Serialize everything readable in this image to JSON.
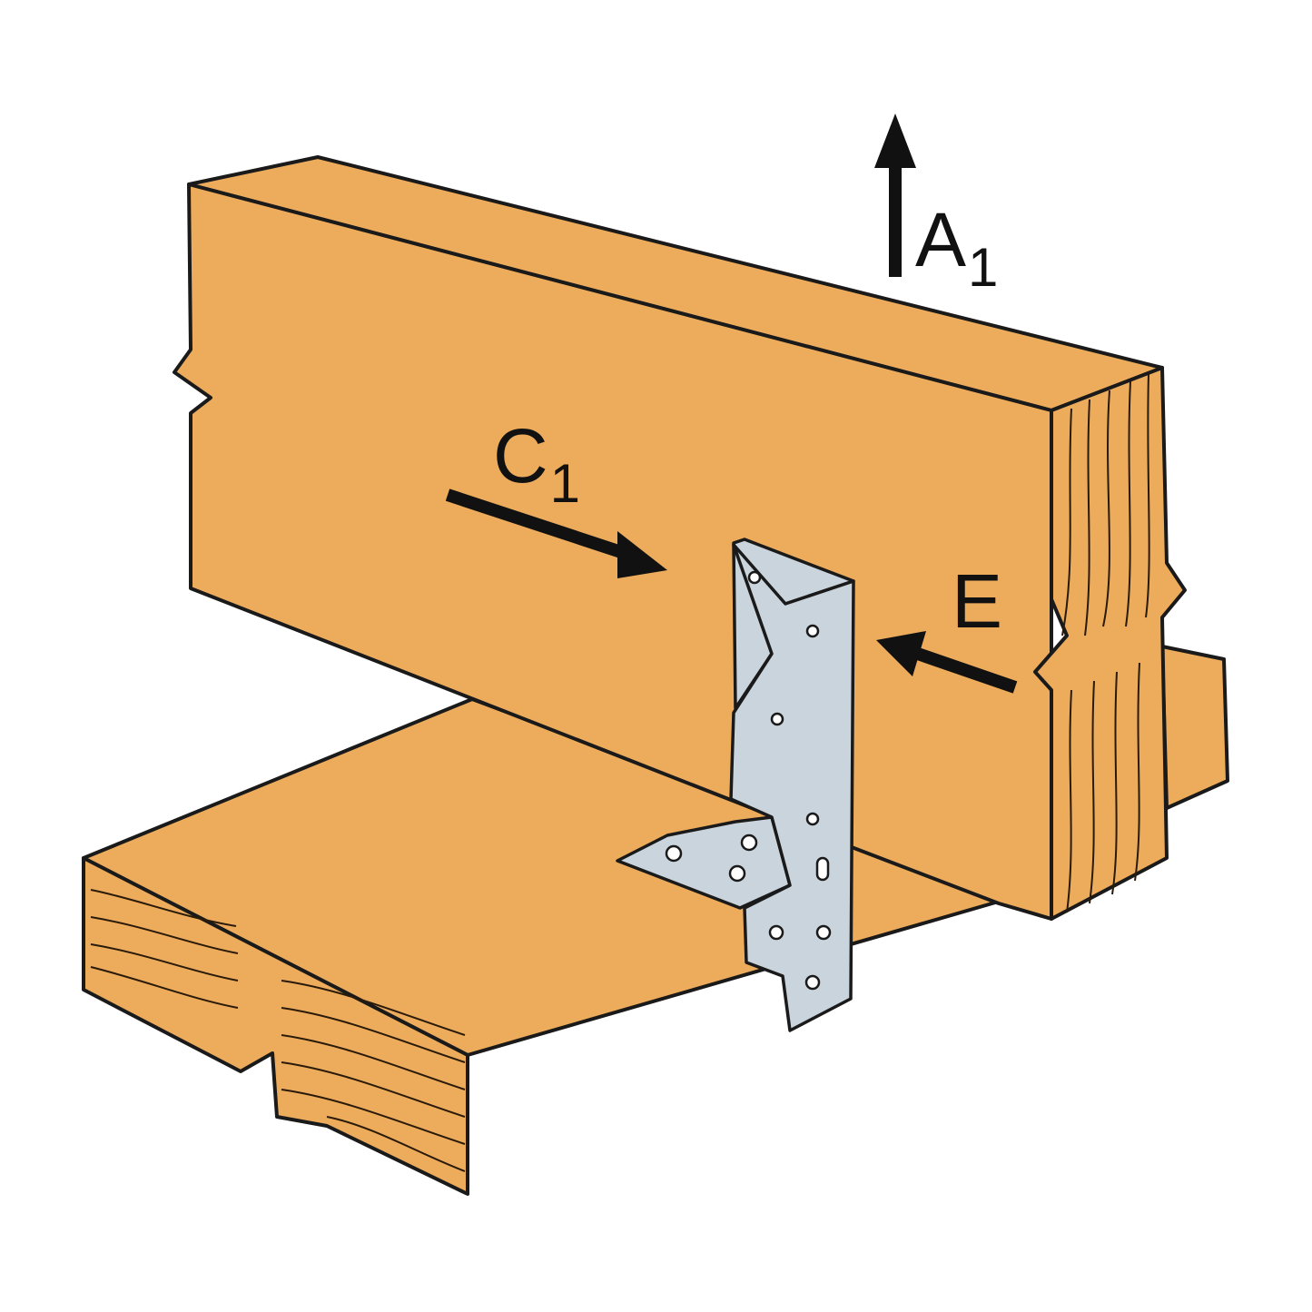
{
  "colors": {
    "wood": "#EDAC5C",
    "outline": "#1a1a1a",
    "bracket": "#C9D4DD",
    "grain": "#2a1a0a"
  },
  "labels": {
    "a1": {
      "main": "A",
      "sub": "1"
    },
    "c1": {
      "main": "C",
      "sub": "1"
    },
    "e": {
      "main": "E"
    }
  }
}
